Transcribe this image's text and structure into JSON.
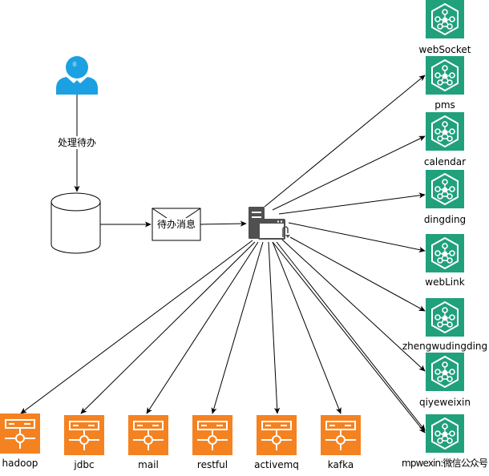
{
  "user_label": "处理待办",
  "message_label": "待办消息",
  "channels": [
    "webSocket",
    "pms",
    "calendar",
    "dingding",
    "webLink",
    "zhengwudingding",
    "qiyeweixin",
    "mpwexin:微信公众号"
  ],
  "sources": [
    "hadoop",
    "jdbc",
    "mail",
    "restful",
    "activemq",
    "kafka"
  ],
  "colors": {
    "user_icon": "#1ba1e2",
    "channel_fill": "#21a07c",
    "channel_fill_dark": "#128a66",
    "source_fill": "#f58220",
    "source_fill_dark": "#e06b10",
    "server_icon": "#505050",
    "line": "#000000"
  }
}
